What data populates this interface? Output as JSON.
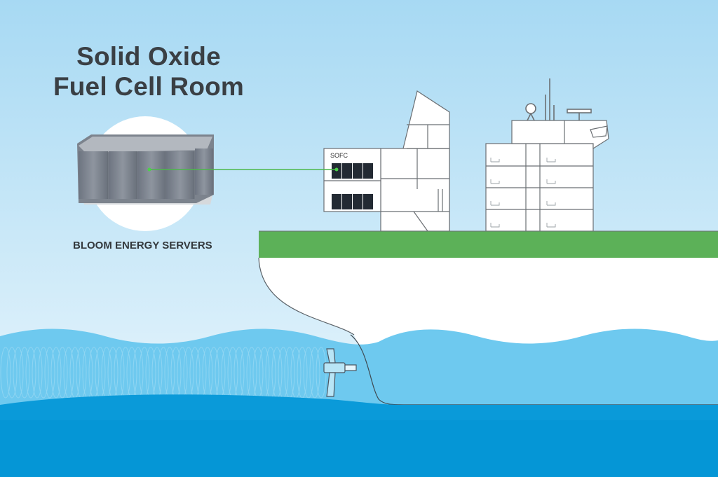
{
  "title": {
    "line1": "Solid Oxide",
    "line2": "Fuel Cell Room"
  },
  "caption": "BLOOM ENERGY SERVERS",
  "room_label": "SOFC",
  "colors": {
    "sky_top": "#a9daf3",
    "sky_bottom": "#e9f6fd",
    "hull_stripe": "#5cb158",
    "sea_light": "#6ec9ef",
    "sea_dark": "#0a9ad9",
    "connector": "#4cb84a"
  }
}
